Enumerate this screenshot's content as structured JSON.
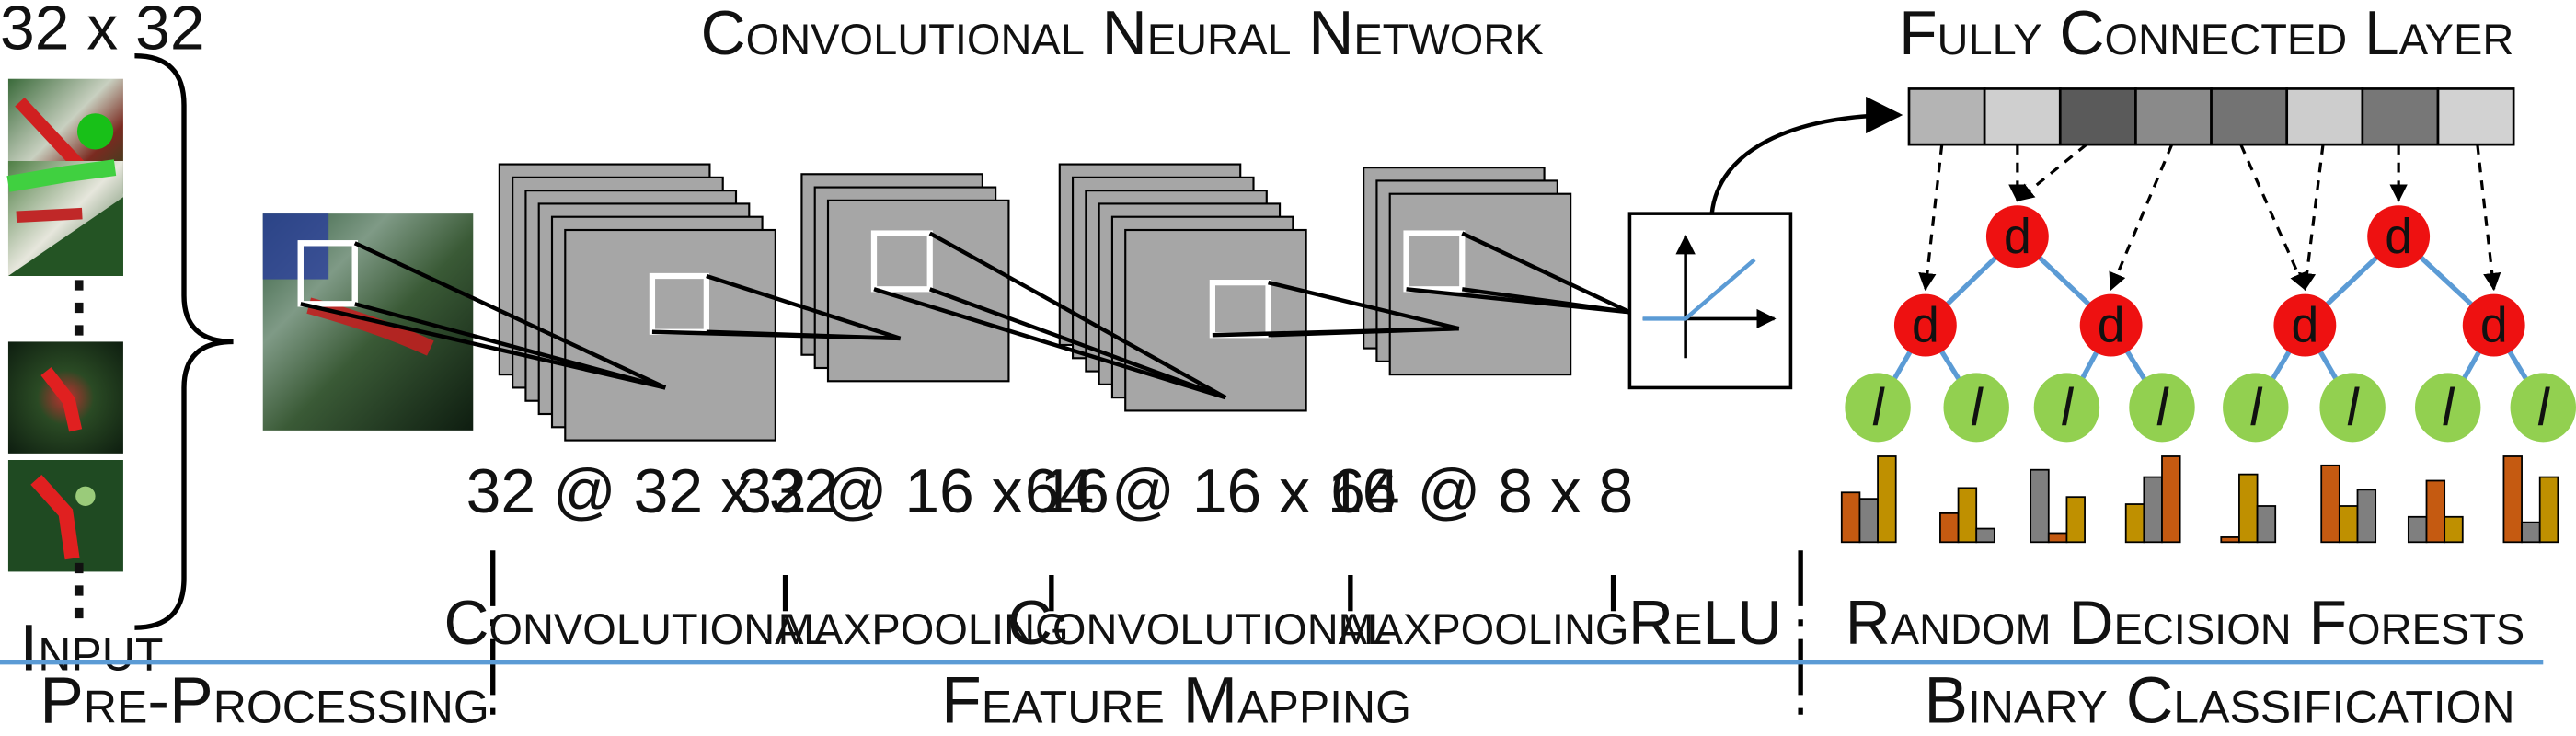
{
  "input": {
    "size_label": "32 x 32",
    "label": "Input",
    "dots": "⋮"
  },
  "cnn": {
    "title": "Convolutional Neural Network",
    "stack_labels": [
      "32 @ 32 x 32",
      "32 @ 16 x 16",
      "64 @ 16 x 16",
      "64 @ 8 x 8"
    ],
    "operations": [
      "Convolutional",
      "maxpooling",
      "Convolutional",
      "maxpooling",
      "ReLU"
    ]
  },
  "fcl": {
    "title": "Fully Connected Layer",
    "cell_shades": [
      "#b4b4b4",
      "#cfcfcf",
      "#5a5a5a",
      "#8a8a8a",
      "#737373",
      "#cdcdcd",
      "#777777",
      "#d2d2d2"
    ]
  },
  "forest": {
    "decision_label": "d",
    "leaf_label": "l",
    "section_label": "Random Decision Forests",
    "colors": {
      "decision": "#ee1111",
      "leaf": "#92d050",
      "edge": "#5b9bd5"
    },
    "histogram_colors": [
      "#c55a11",
      "#7f7f7f",
      "#bf9000"
    ]
  },
  "stages": {
    "preprocessing": "Pre-Processing",
    "feature_mapping": "Feature Mapping",
    "classification": "Binary Classification"
  },
  "colors": {
    "baseline": "#5b9bd5",
    "map": "#a6a6a6"
  }
}
